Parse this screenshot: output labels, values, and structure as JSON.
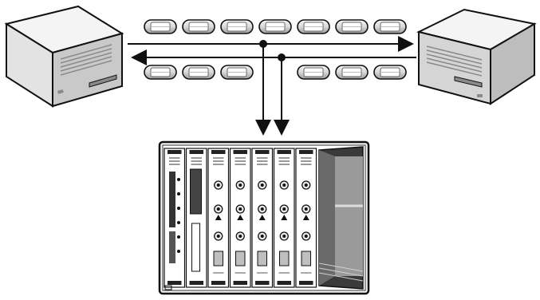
{
  "diagram": {
    "description_labels": [],
    "colors": {
      "outline": "#111111",
      "device_light": "#f4f4f4",
      "device_mid": "#c9c9c9",
      "device_dark": "#8a8a8a",
      "packet_fill": "#e6e6e6",
      "packet_shade": "#9a9a9a",
      "line": "#111111",
      "rack_dark": "#555555",
      "rack_interior": "#3a3a3a"
    },
    "nodes": [
      {
        "name": "left-host",
        "icon": "server-box-icon"
      },
      {
        "name": "right-host",
        "icon": "server-box-icon"
      },
      {
        "name": "monitor-chassis",
        "icon": "rack-chassis-icon"
      }
    ],
    "links": [
      {
        "name": "upper-link",
        "direction": "left-to-right",
        "packets": 7
      },
      {
        "name": "lower-link",
        "direction": "right-to-left",
        "packets": 6
      },
      {
        "name": "tap-upper",
        "direction": "down"
      },
      {
        "name": "tap-lower",
        "direction": "down"
      }
    ],
    "chassis_slots": 7
  }
}
